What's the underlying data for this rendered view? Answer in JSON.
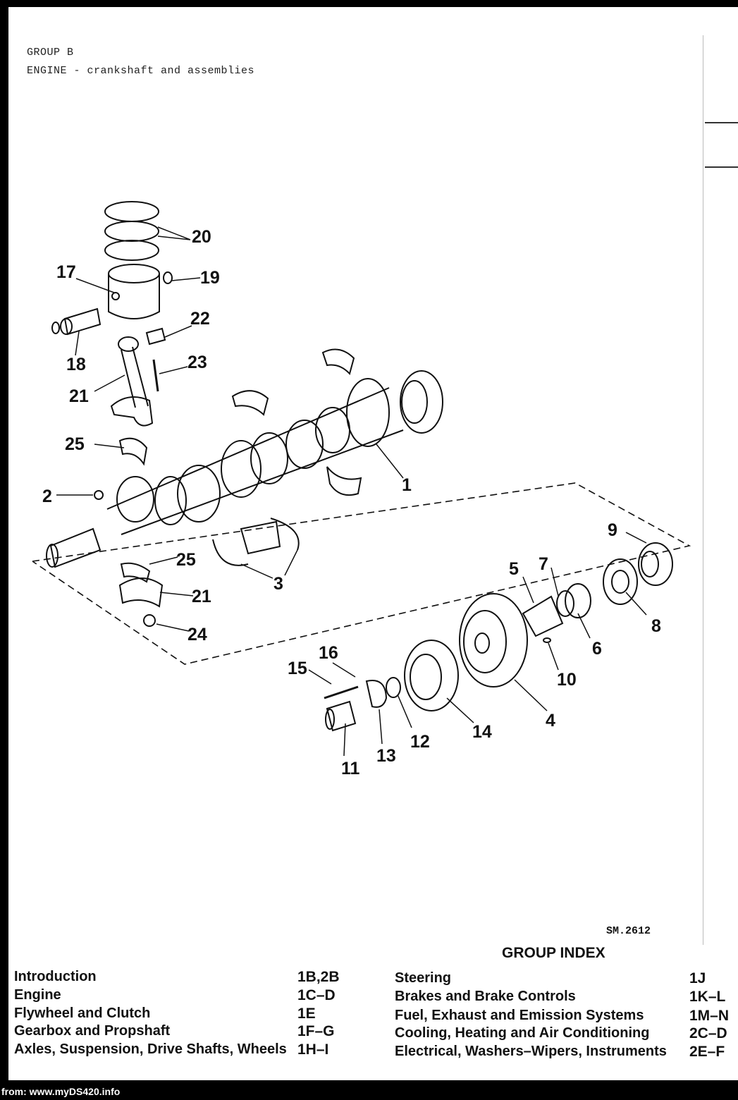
{
  "header": {
    "group": "GROUP B",
    "subtitle": "ENGINE - crankshaft and assemblies"
  },
  "callouts": [
    "20",
    "17",
    "19",
    "22",
    "18",
    "23",
    "21",
    "25",
    "2",
    "1",
    "9",
    "25",
    "7",
    "5",
    "3",
    "21",
    "8",
    "24",
    "6",
    "16",
    "10",
    "15",
    "4",
    "14",
    "12",
    "13",
    "11"
  ],
  "sm_reference": "SM.2612",
  "group_index": {
    "title": "GROUP INDEX",
    "left": [
      {
        "label": "Introduction",
        "page": "1B,2B"
      },
      {
        "label": "Engine",
        "page": "1C–D"
      },
      {
        "label": "Flywheel and Clutch",
        "page": "1E"
      },
      {
        "label": "Gearbox and Propshaft",
        "page": "1F–G"
      },
      {
        "label": "Axles, Suspension, Drive Shafts, Wheels",
        "page": "1H–I"
      }
    ],
    "right": [
      {
        "label": "Steering",
        "page": "1J"
      },
      {
        "label": "Brakes and Brake Controls",
        "page": "1K–L"
      },
      {
        "label": "Fuel, Exhaust and Emission Systems",
        "page": "1M–N"
      },
      {
        "label": "Cooling, Heating and Air Conditioning",
        "page": "2C–D"
      },
      {
        "label": "Electrical, Washers–Wipers, Instruments",
        "page": "2E–F"
      }
    ]
  },
  "footer": "from: www.myDS420.info"
}
